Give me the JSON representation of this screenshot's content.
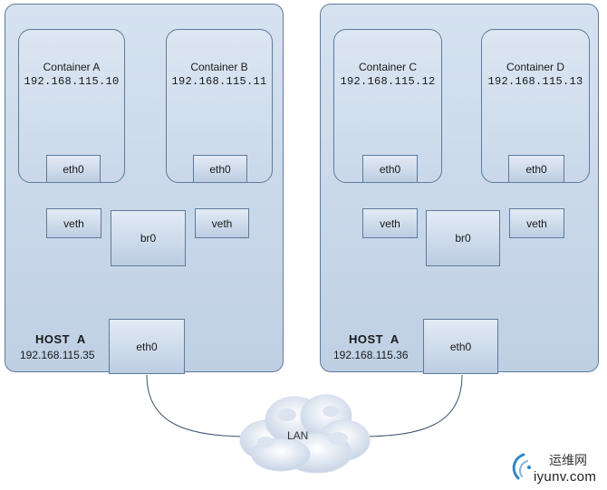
{
  "hosts": [
    {
      "label": "HOST  A",
      "ip": "192.168.115.35"
    },
    {
      "label": "HOST  A",
      "ip": "192.168.115.36"
    }
  ],
  "containers": [
    {
      "name": "Container  A",
      "ip": "192.168.115.10"
    },
    {
      "name": "Container  B",
      "ip": "192.168.115.11"
    },
    {
      "name": "Container  C",
      "ip": "192.168.115.12"
    },
    {
      "name": "Container  D",
      "ip": "192.168.115.13"
    }
  ],
  "labels": {
    "eth0": "eth0",
    "veth": "veth",
    "br0": "br0",
    "lan": "LAN"
  },
  "watermark": {
    "cn": "运维网",
    "en": "iyunv.com"
  }
}
